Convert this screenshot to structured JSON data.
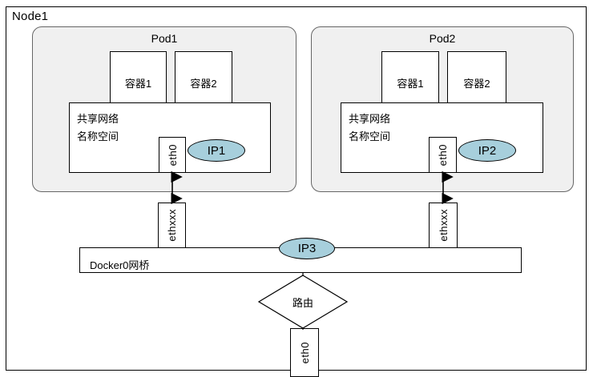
{
  "diagram": {
    "title": "Node1",
    "node_label": "Node1",
    "colors": {
      "ip_fill": "#a7cfdc",
      "pod_fill": "#f0f0f0",
      "stroke": "#000000",
      "pod_stroke": "#666666",
      "background": "#ffffff"
    },
    "pods": [
      {
        "id": "pod1",
        "label": "Pod1",
        "containers": [
          {
            "label": "容器1"
          },
          {
            "label": "容器2"
          }
        ],
        "shared_network_label": "共享网络\n名称空间",
        "interface_label": "eth0",
        "ip_label": "IP1",
        "veth_label": "ethxxx"
      },
      {
        "id": "pod2",
        "label": "Pod2",
        "containers": [
          {
            "label": "容器1"
          },
          {
            "label": "容器2"
          }
        ],
        "shared_network_label": "共享网络\n名称空间",
        "interface_label": "eth0",
        "ip_label": "IP2",
        "veth_label": "ethxxx"
      }
    ],
    "bridge": {
      "label": "Docker0网桥",
      "ip_label": "IP3"
    },
    "router": {
      "label": "路由"
    },
    "host_interface": {
      "label": "eth0"
    }
  }
}
